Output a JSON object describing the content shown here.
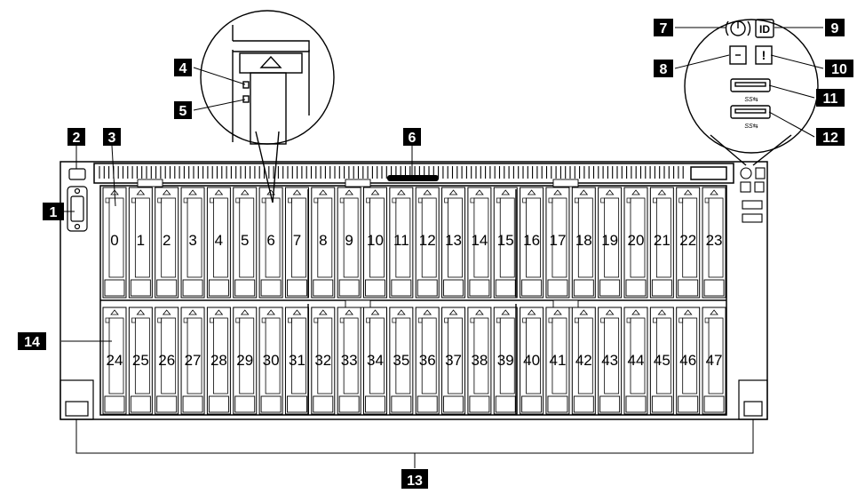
{
  "callouts": [
    "1",
    "2",
    "3",
    "4",
    "5",
    "6",
    "7",
    "8",
    "9",
    "10",
    "11",
    "12",
    "13",
    "14"
  ],
  "drive_bays": {
    "top_row": [
      "0",
      "1",
      "2",
      "3",
      "4",
      "5",
      "6",
      "7",
      "8",
      "9",
      "10",
      "11",
      "12",
      "13",
      "14",
      "15",
      "16",
      "17",
      "18",
      "19",
      "20",
      "21",
      "22",
      "23"
    ],
    "bottom_row": [
      "24",
      "25",
      "26",
      "27",
      "28",
      "29",
      "30",
      "31",
      "32",
      "33",
      "34",
      "35",
      "36",
      "37",
      "38",
      "39",
      "40",
      "41",
      "42",
      "43",
      "44",
      "45",
      "46",
      "47"
    ]
  },
  "icons": {
    "power": "power-button-icon",
    "system_id": "system-id-button-icon",
    "network": "network-activity-led-icon",
    "error": "system-error-led-icon",
    "usb_a": "usb-3-port-icon",
    "usb_b": "usb-3-port-icon"
  },
  "zoom_labels": {
    "id_button": "ID",
    "error_mark": "!",
    "usb_1": "SS⇆",
    "usb_2": "SS⇆"
  },
  "colors": {
    "line": "#000000",
    "label_bg": "#000000",
    "label_text": "#ffffff",
    "bay": "#ffffff"
  }
}
